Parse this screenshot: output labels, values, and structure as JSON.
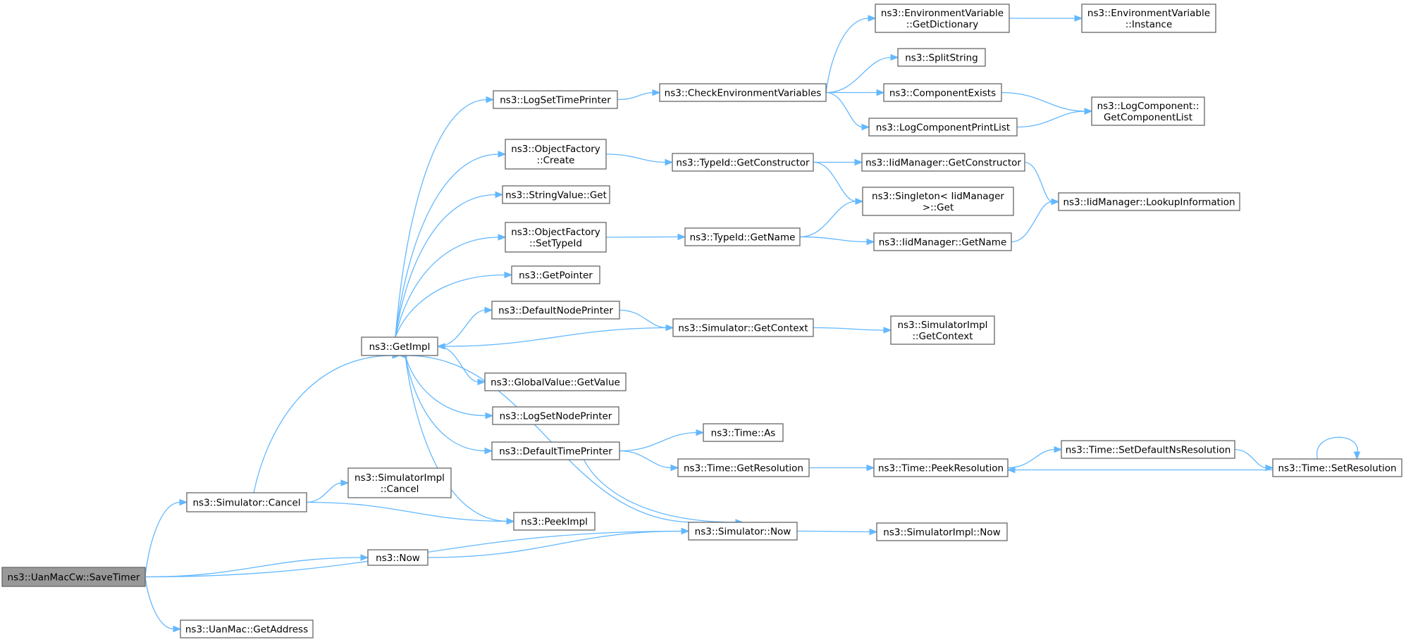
{
  "nodes": {
    "savetimer": [
      "ns3::UanMacCw::SaveTimer"
    ],
    "sim_cancel": [
      "ns3::Simulator::Cancel"
    ],
    "now": [
      "ns3::Now"
    ],
    "uanmac_getaddress": [
      "ns3::UanMac::GetAddress"
    ],
    "getimpl": [
      "ns3::GetImpl"
    ],
    "simimpl_cancel": [
      "ns3::SimulatorImpl",
      "::Cancel"
    ],
    "peekimpl": [
      "ns3::PeekImpl"
    ],
    "sim_now": [
      "ns3::Simulator::Now"
    ],
    "simimpl_now": [
      "ns3::SimulatorImpl::Now"
    ],
    "logsettimeprinter": [
      "ns3::LogSetTimePrinter"
    ],
    "of_create": [
      "ns3::ObjectFactory",
      "::Create"
    ],
    "stringvalue_get": [
      "ns3::StringValue::Get"
    ],
    "of_settypeid": [
      "ns3::ObjectFactory",
      "::SetTypeId"
    ],
    "getpointer": [
      "ns3::GetPointer"
    ],
    "defaultnodeprinter": [
      "ns3::DefaultNodePrinter"
    ],
    "globalvalue_getvalue": [
      "ns3::GlobalValue::GetValue"
    ],
    "logsetnodeprinter": [
      "ns3::LogSetNodePrinter"
    ],
    "defaulttimeprinter": [
      "ns3::DefaultTimePrinter"
    ],
    "checkenv": [
      "ns3::CheckEnvironmentVariables"
    ],
    "envvar_getdict": [
      "ns3::EnvironmentVariable",
      "::GetDictionary"
    ],
    "envvar_instance": [
      "ns3::EnvironmentVariable",
      "::Instance"
    ],
    "splitstring": [
      "ns3::SplitString"
    ],
    "componentexists": [
      "ns3::ComponentExists"
    ],
    "logcomponentprintlist": [
      "ns3::LogComponentPrintList"
    ],
    "logcomponent_getlist": [
      "ns3::LogComponent::",
      "GetComponentList"
    ],
    "typeid_getconstructor": [
      "ns3::TypeId::GetConstructor"
    ],
    "iid_getconstructor": [
      "ns3::IidManager::GetConstructor"
    ],
    "singleton_get": [
      "ns3::Singleton< IidManager",
      " >::Get"
    ],
    "iid_lookupinfo": [
      "ns3::IidManager::LookupInformation"
    ],
    "typeid_getname": [
      "ns3::TypeId::GetName"
    ],
    "iid_getname": [
      "ns3::IidManager::GetName"
    ],
    "sim_getcontext": [
      "ns3::Simulator::GetContext"
    ],
    "simimpl_getcontext": [
      "ns3::SimulatorImpl",
      "::GetContext"
    ],
    "time_as": [
      "ns3::Time::As"
    ],
    "time_getresolution": [
      "ns3::Time::GetResolution"
    ],
    "time_peekresolution": [
      "ns3::Time::PeekResolution"
    ],
    "time_setdefaultnsres": [
      "ns3::Time::SetDefaultNsResolution"
    ],
    "time_setresolution": [
      "ns3::Time::SetResolution"
    ]
  },
  "edges": [
    [
      "savetimer",
      "sim_cancel"
    ],
    [
      "savetimer",
      "now"
    ],
    [
      "savetimer",
      "sim_now"
    ],
    [
      "savetimer",
      "uanmac_getaddress"
    ],
    [
      "sim_cancel",
      "getimpl"
    ],
    [
      "sim_cancel",
      "simimpl_cancel"
    ],
    [
      "sim_cancel",
      "peekimpl"
    ],
    [
      "now",
      "sim_now"
    ],
    [
      "sim_now",
      "getimpl"
    ],
    [
      "sim_now",
      "simimpl_now"
    ],
    [
      "getimpl",
      "logsettimeprinter"
    ],
    [
      "getimpl",
      "of_create"
    ],
    [
      "getimpl",
      "stringvalue_get"
    ],
    [
      "getimpl",
      "of_settypeid"
    ],
    [
      "getimpl",
      "getpointer"
    ],
    [
      "getimpl",
      "defaultnodeprinter"
    ],
    [
      "getimpl",
      "globalvalue_getvalue"
    ],
    [
      "getimpl",
      "logsetnodeprinter"
    ],
    [
      "getimpl",
      "defaulttimeprinter"
    ],
    [
      "getimpl",
      "peekimpl"
    ],
    [
      "logsettimeprinter",
      "checkenv"
    ],
    [
      "checkenv",
      "envvar_getdict"
    ],
    [
      "checkenv",
      "splitstring"
    ],
    [
      "checkenv",
      "componentexists"
    ],
    [
      "checkenv",
      "logcomponentprintlist"
    ],
    [
      "envvar_getdict",
      "envvar_instance"
    ],
    [
      "componentexists",
      "logcomponent_getlist"
    ],
    [
      "logcomponentprintlist",
      "logcomponent_getlist"
    ],
    [
      "of_create",
      "typeid_getconstructor"
    ],
    [
      "typeid_getconstructor",
      "iid_getconstructor"
    ],
    [
      "typeid_getconstructor",
      "singleton_get"
    ],
    [
      "iid_getconstructor",
      "iid_lookupinfo"
    ],
    [
      "of_settypeid",
      "typeid_getname"
    ],
    [
      "typeid_getname",
      "singleton_get"
    ],
    [
      "typeid_getname",
      "iid_getname"
    ],
    [
      "iid_getname",
      "iid_lookupinfo"
    ],
    [
      "defaultnodeprinter",
      "sim_getcontext"
    ],
    [
      "sim_getcontext",
      "getimpl"
    ],
    [
      "sim_getcontext",
      "simimpl_getcontext"
    ],
    [
      "defaulttimeprinter",
      "time_as"
    ],
    [
      "defaulttimeprinter",
      "time_getresolution"
    ],
    [
      "defaulttimeprinter",
      "sim_now"
    ],
    [
      "time_getresolution",
      "time_peekresolution"
    ],
    [
      "time_peekresolution",
      "time_setdefaultnsres"
    ],
    [
      "time_setdefaultnsres",
      "time_setresolution"
    ],
    [
      "time_setresolution",
      "time_peekresolution"
    ],
    [
      "time_setresolution",
      "time_setresolution"
    ]
  ],
  "root": "savetimer",
  "colors": {
    "edge": "#63b8ff",
    "root_fill": "#999999",
    "node_border": "#666666"
  }
}
